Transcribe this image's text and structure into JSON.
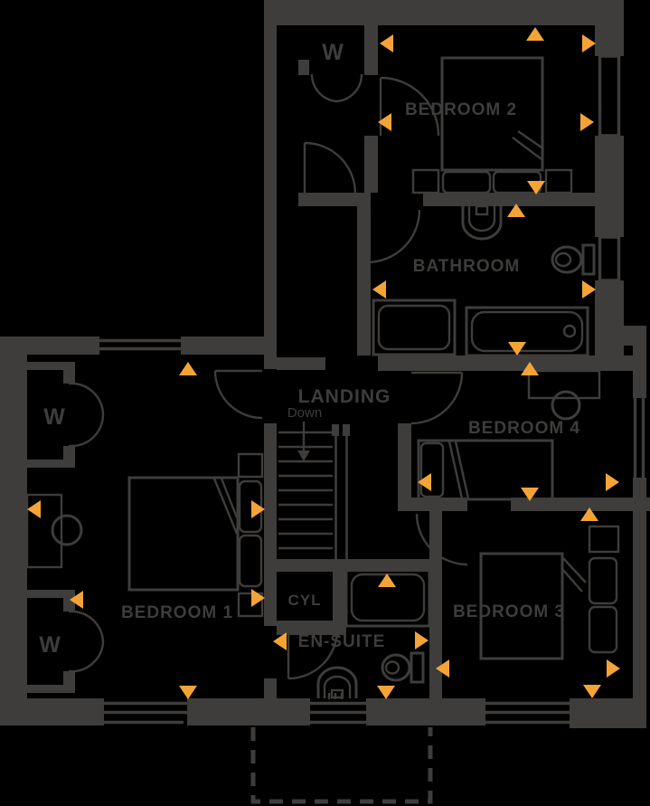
{
  "plan": {
    "colors": {
      "background": "#000000",
      "wall": "#3e3d3b",
      "accent": "#f4a437"
    },
    "rooms": {
      "bedroom1": {
        "label": "BEDROOM 1"
      },
      "bedroom2": {
        "label": "BEDROOM 2"
      },
      "bedroom3": {
        "label": "BEDROOM 3"
      },
      "bedroom4": {
        "label": "BEDROOM 4"
      },
      "bathroom": {
        "label": "BATHROOM"
      },
      "ensuite": {
        "label": "EN-SUITE"
      },
      "landing": {
        "label": "LANDING",
        "stairs_direction": "Down"
      },
      "cylinder_cupboard": {
        "label": "CYL"
      },
      "wardrobe": {
        "label": "W"
      }
    }
  }
}
